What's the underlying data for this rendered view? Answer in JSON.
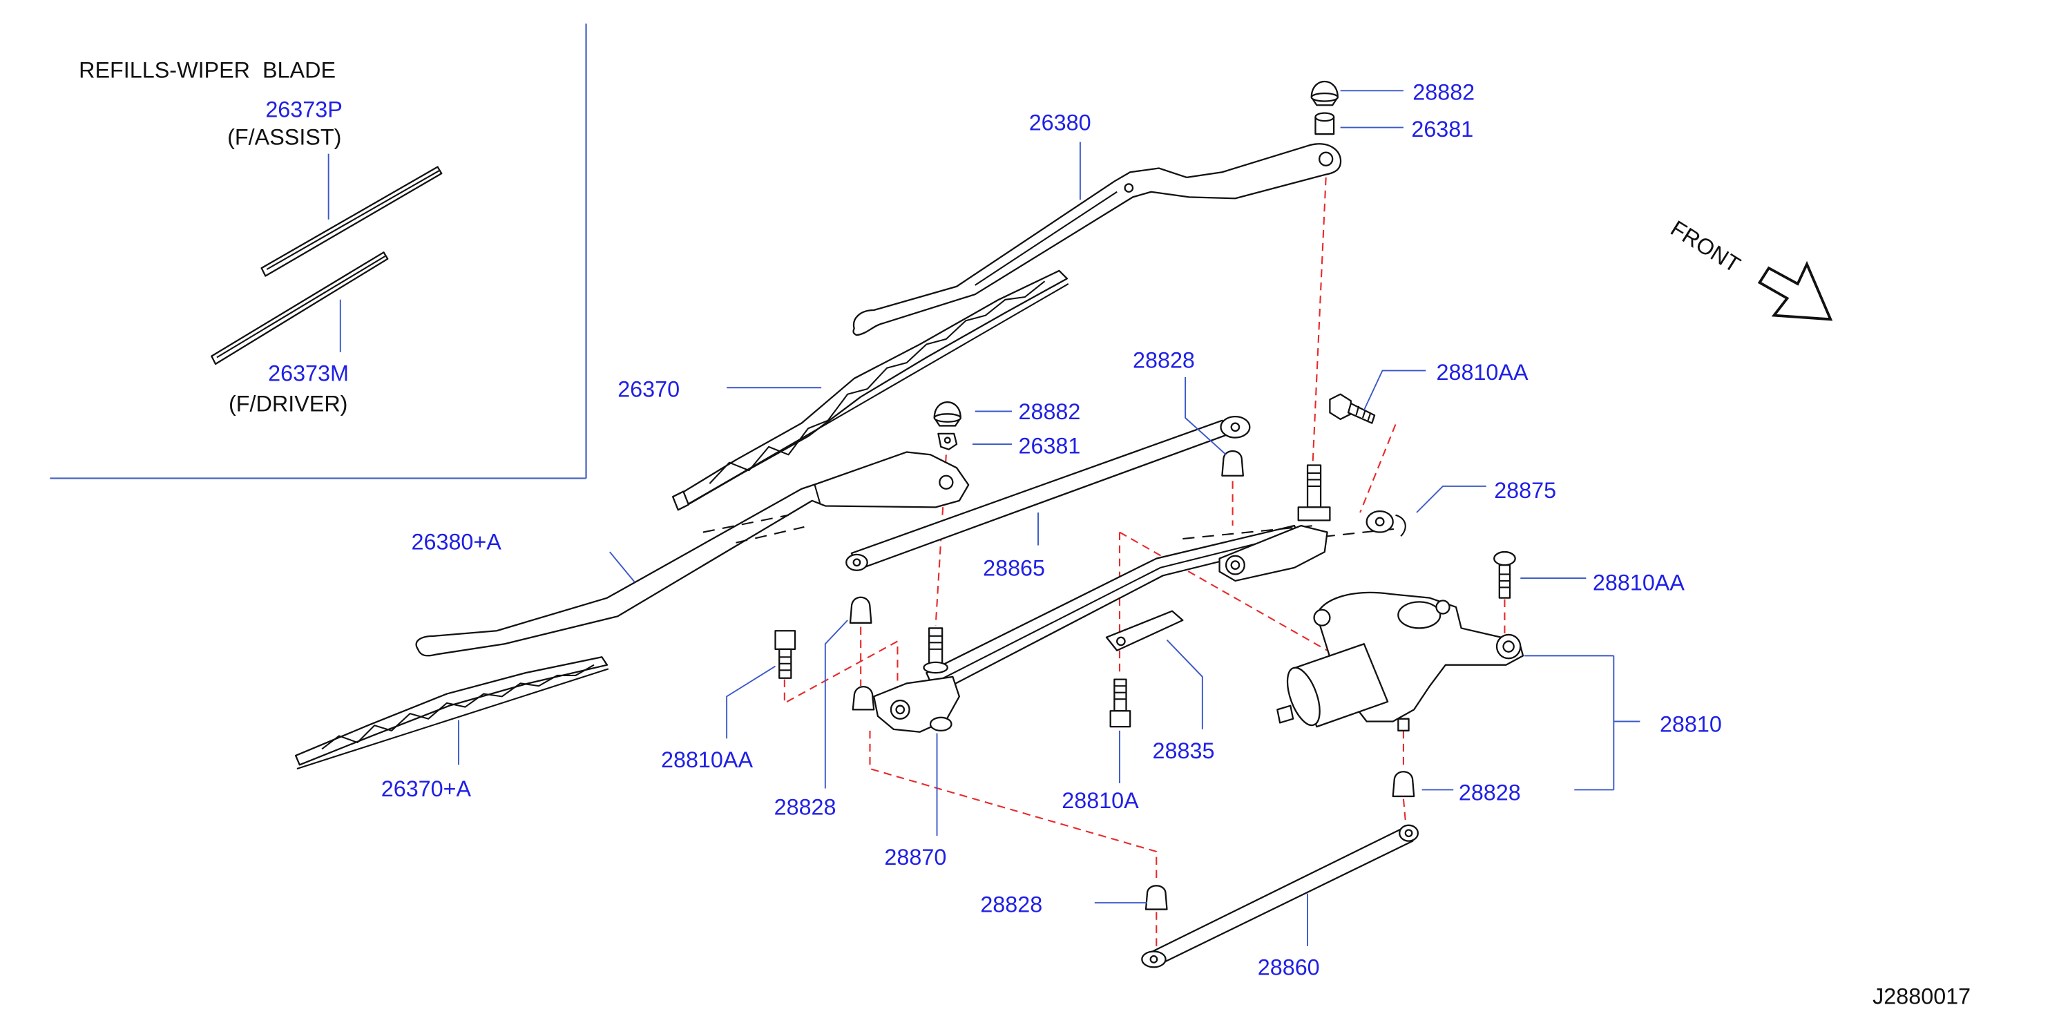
{
  "inset": {
    "title": "REFILLS-WIPER  BLADE",
    "assist": {
      "part": "26373P",
      "note": "(F/ASSIST)"
    },
    "driver": {
      "part": "26373M",
      "note": "(F/DRIVER)"
    }
  },
  "callouts": [
    {
      "part": "26380"
    },
    {
      "part": "28882"
    },
    {
      "part": "26381"
    },
    {
      "part": "26370"
    },
    {
      "part": "28828"
    },
    {
      "part": "28810AA"
    },
    {
      "part": "28882"
    },
    {
      "part": "26381"
    },
    {
      "part": "26380+A"
    },
    {
      "part": "28875"
    },
    {
      "part": "28865"
    },
    {
      "part": "28810AA"
    },
    {
      "part": "28810"
    },
    {
      "part": "28810AA"
    },
    {
      "part": "28828"
    },
    {
      "part": "28835"
    },
    {
      "part": "28810A"
    },
    {
      "part": "26370+A"
    },
    {
      "part": "28828"
    },
    {
      "part": "28870"
    },
    {
      "part": "28828"
    },
    {
      "part": "28860"
    }
  ],
  "front_label": "FRONT",
  "drawing_number": "J2880017",
  "colors": {
    "label": "#1f1fe6",
    "ink": "#111111",
    "leader": "#3a58c8",
    "dash": "#e8292a",
    "frame": "#4a66c4"
  }
}
